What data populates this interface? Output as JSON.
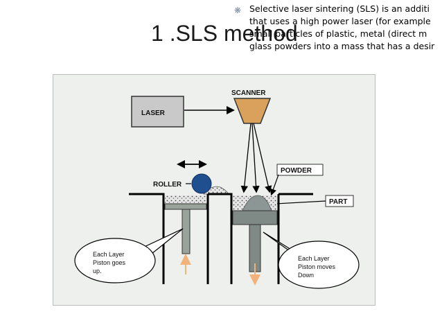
{
  "slide": {
    "title": "1 .SLS method",
    "bullet_icon": "flower-bullet-icon",
    "bullet_lines": [
      "Selective laser sintering (SLS) is an additi",
      "that uses a high power laser (for example",
      "small particles of plastic, metal (direct m",
      "glass powders into a mass that has a desir"
    ]
  },
  "figure": {
    "labels": {
      "laser": "LASER",
      "scanner": "SCANNER",
      "powder": "POWDER",
      "roller": "ROLLER",
      "part": "PART"
    },
    "callouts": {
      "left": [
        "Each Layer",
        "Piston goes",
        "up."
      ],
      "right": [
        "Each Layer",
        "Piston moves",
        "Down"
      ]
    },
    "colors": {
      "laser_box": "#c9c9c9",
      "scanner": "#d9a15c",
      "roller": "#1f4f8f",
      "piston": "#9aa39a",
      "right_piston": "#7f8a86",
      "arrow_orange": "#f2b27a"
    }
  }
}
